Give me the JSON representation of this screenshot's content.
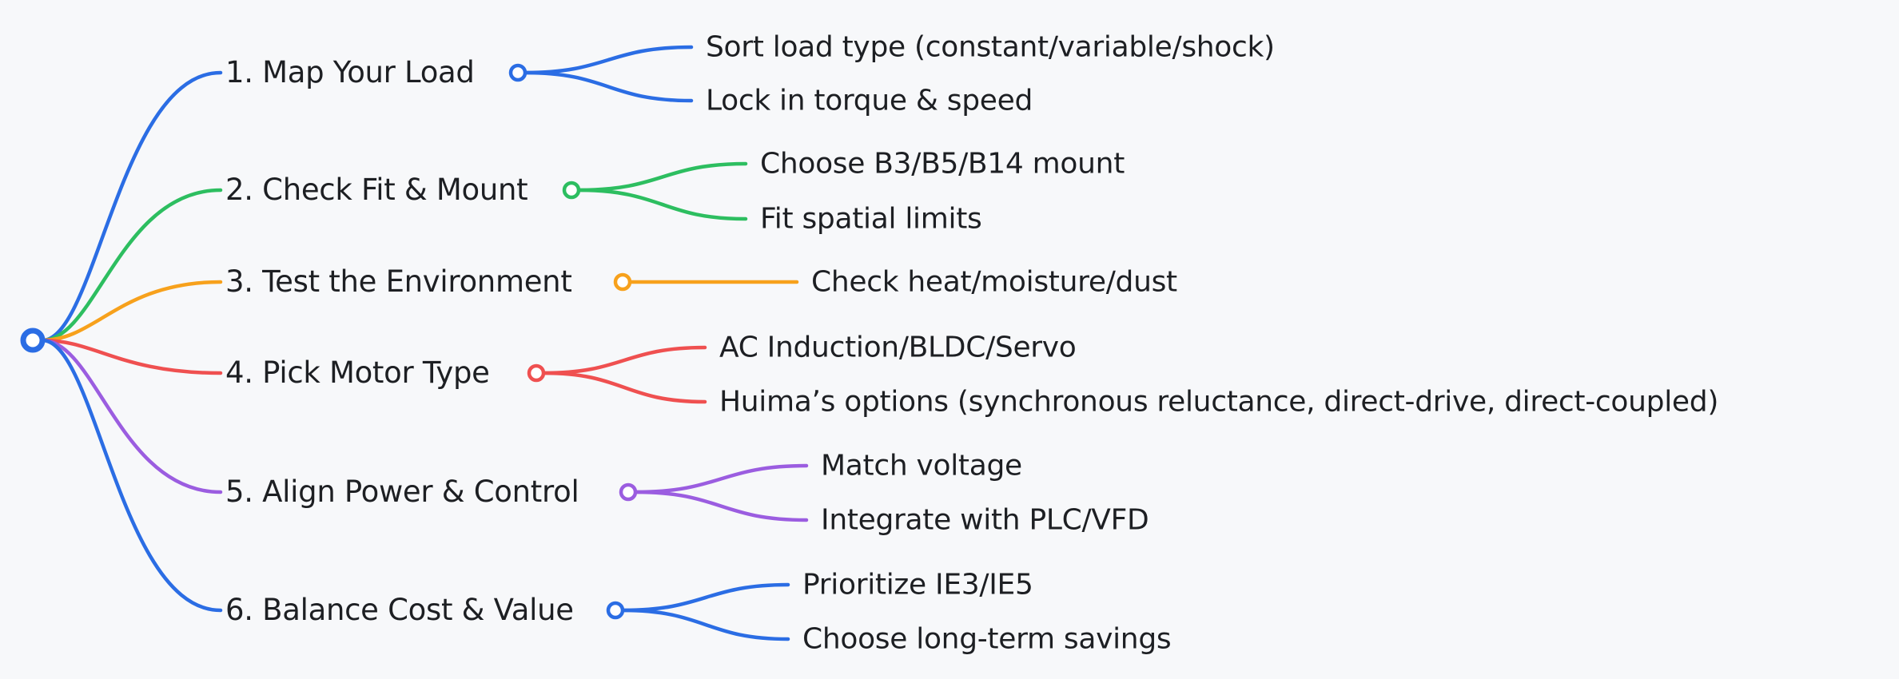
{
  "palette": {
    "bg": "#f7f8fa",
    "text": "#1d1f23",
    "blue": "#2b6de4",
    "green": "#2dbe60",
    "orange": "#f7a11c",
    "red": "#ef5050",
    "purple": "#9b5de0"
  },
  "mindmap": {
    "root": {
      "color": "#2b6de4"
    },
    "branches": [
      {
        "label": "1. Map Your Load",
        "color": "#2b6de4",
        "children": [
          {
            "label": "Sort load type (constant/variable/shock)"
          },
          {
            "label": "Lock in torque & speed"
          }
        ]
      },
      {
        "label": "2. Check Fit & Mount",
        "color": "#2dbe60",
        "children": [
          {
            "label": "Choose B3/B5/B14 mount"
          },
          {
            "label": "Fit spatial limits"
          }
        ]
      },
      {
        "label": "3. Test the Environment",
        "color": "#f7a11c",
        "children": [
          {
            "label": "Check heat/moisture/dust"
          }
        ]
      },
      {
        "label": "4. Pick Motor Type",
        "color": "#ef5050",
        "children": [
          {
            "label": "AC Induction/BLDC/Servo"
          },
          {
            "label": "Huima’s options (synchronous reluctance, direct-drive, direct-coupled)"
          }
        ]
      },
      {
        "label": "5. Align Power & Control",
        "color": "#9b5de0",
        "children": [
          {
            "label": "Match voltage"
          },
          {
            "label": "Integrate with PLC/VFD"
          }
        ]
      },
      {
        "label": "6. Balance Cost & Value",
        "color": "#2b6de4",
        "children": [
          {
            "label": "Prioritize IE3/IE5"
          },
          {
            "label": "Choose long-term savings"
          }
        ]
      }
    ]
  }
}
